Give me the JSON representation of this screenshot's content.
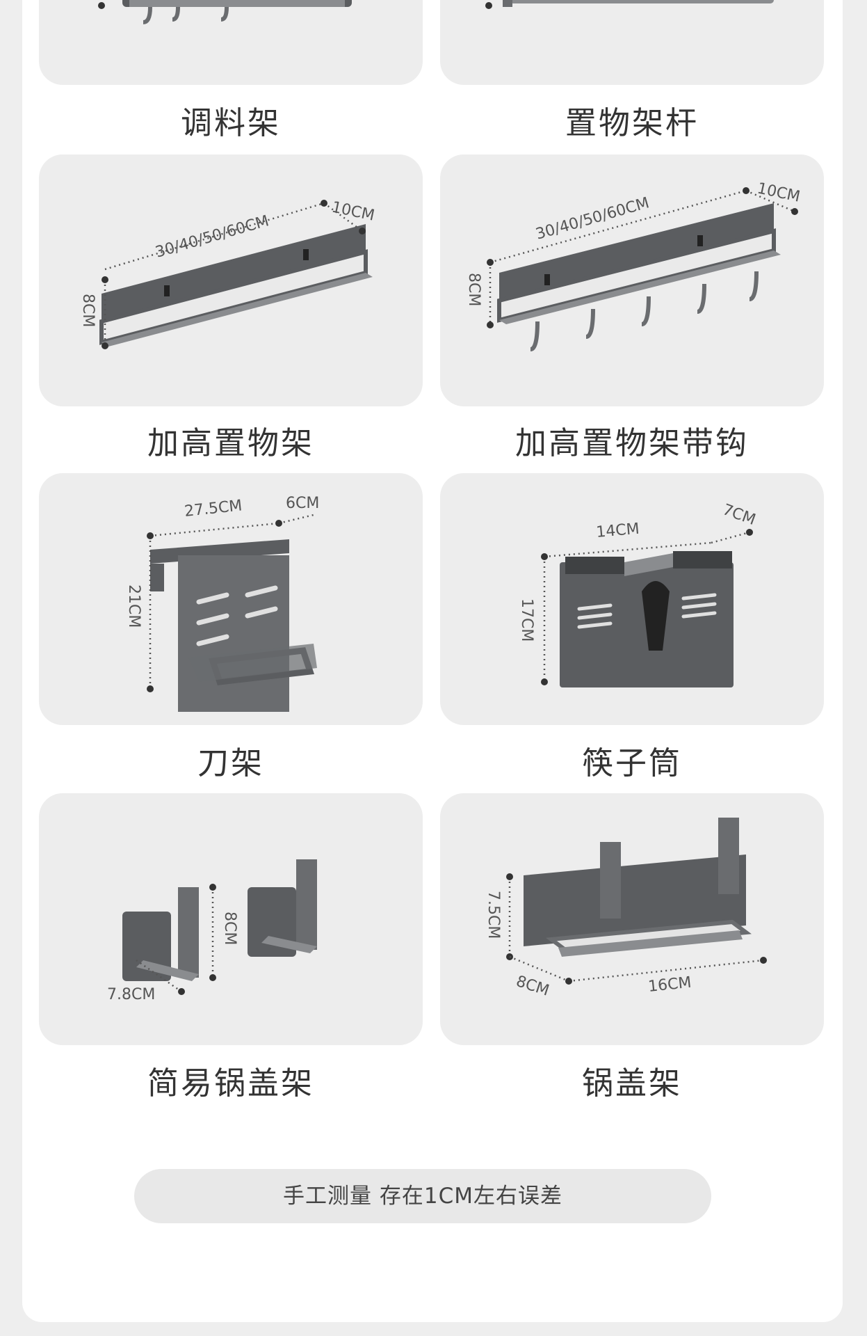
{
  "items": [
    {
      "name": "调料架",
      "dims": []
    },
    {
      "name": "置物架杆",
      "dims": []
    },
    {
      "name": "加高置物架",
      "dims": [
        "30/40/50/60CM",
        "10CM",
        "8CM"
      ]
    },
    {
      "name": "加高置物架带钩",
      "dims": [
        "30/40/50/60CM",
        "10CM",
        "8CM"
      ]
    },
    {
      "name": "刀架",
      "dims": [
        "27.5CM",
        "6CM",
        "21CM"
      ]
    },
    {
      "name": "筷子筒",
      "dims": [
        "14CM",
        "7CM",
        "17CM"
      ]
    },
    {
      "name": "简易锅盖架",
      "dims": [
        "8CM",
        "7.8CM"
      ]
    },
    {
      "name": "锅盖架",
      "dims": [
        "7.5CM",
        "8CM",
        "16CM"
      ]
    }
  ],
  "note": "手工测量 存在1CM左右误差",
  "colors": {
    "card": "#ededed",
    "product": "#5b5d60",
    "product_light": "#8a8c8f",
    "background": "#eeeeee"
  }
}
